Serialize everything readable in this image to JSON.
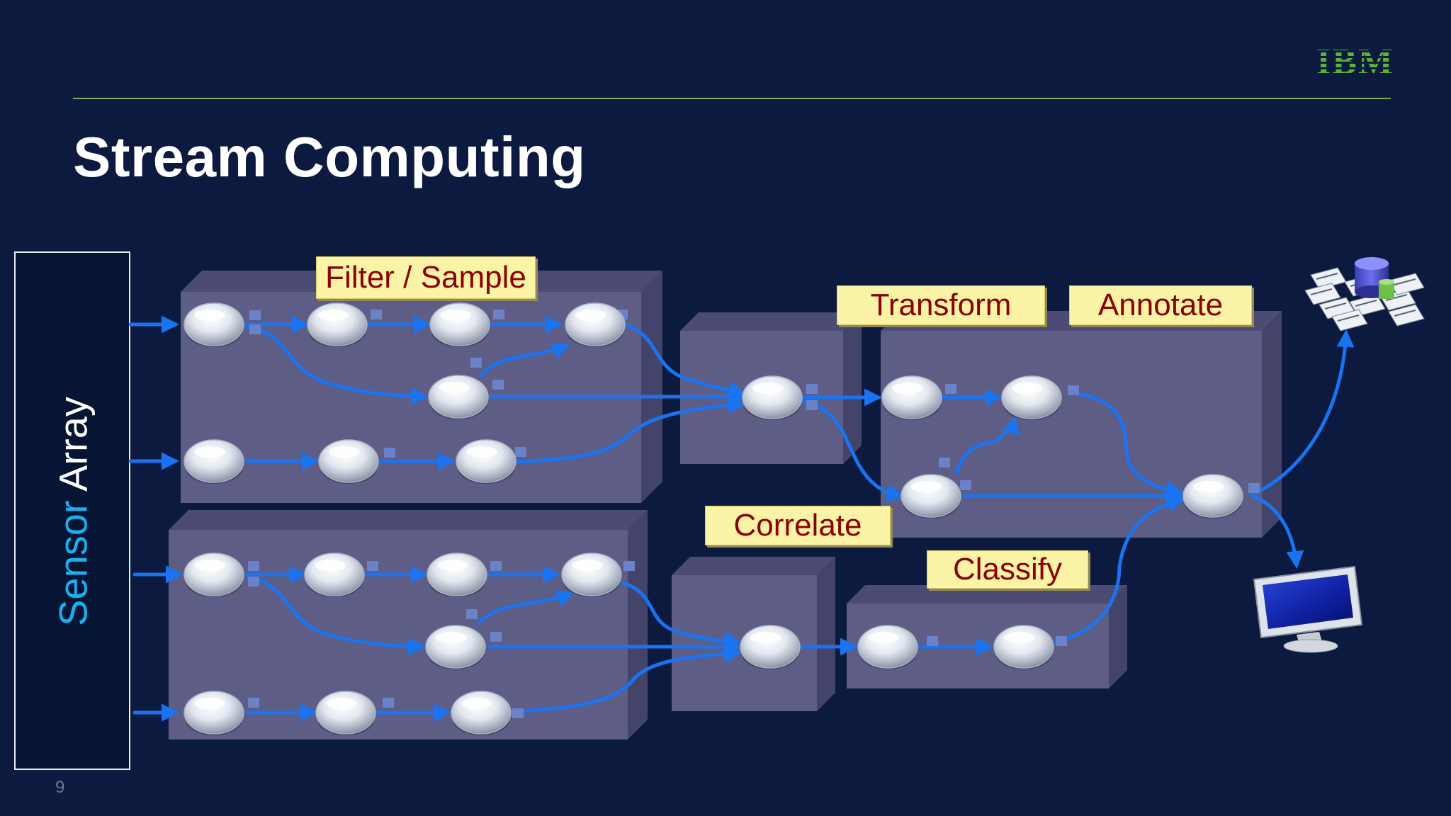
{
  "slide": {
    "title": "Stream Computing",
    "page_number": "9",
    "logo_text": "IBM"
  },
  "sensor_array": {
    "word1": "Sensor",
    "word2": "Array"
  },
  "stages": {
    "filter_sample": "Filter / Sample",
    "transform": "Transform",
    "annotate": "Annotate",
    "correlate": "Correlate",
    "classify": "Classify"
  },
  "colors": {
    "background": "#0b1a3e",
    "box_face": "#5d5d85",
    "arrow": "#1a73f0",
    "label_bg": "#fbf3a6",
    "label_text": "#8b0000",
    "accent_rule": "#7fb24a",
    "logo": "#5bb33a"
  },
  "icons": [
    "database-icon",
    "monitor-icon"
  ]
}
